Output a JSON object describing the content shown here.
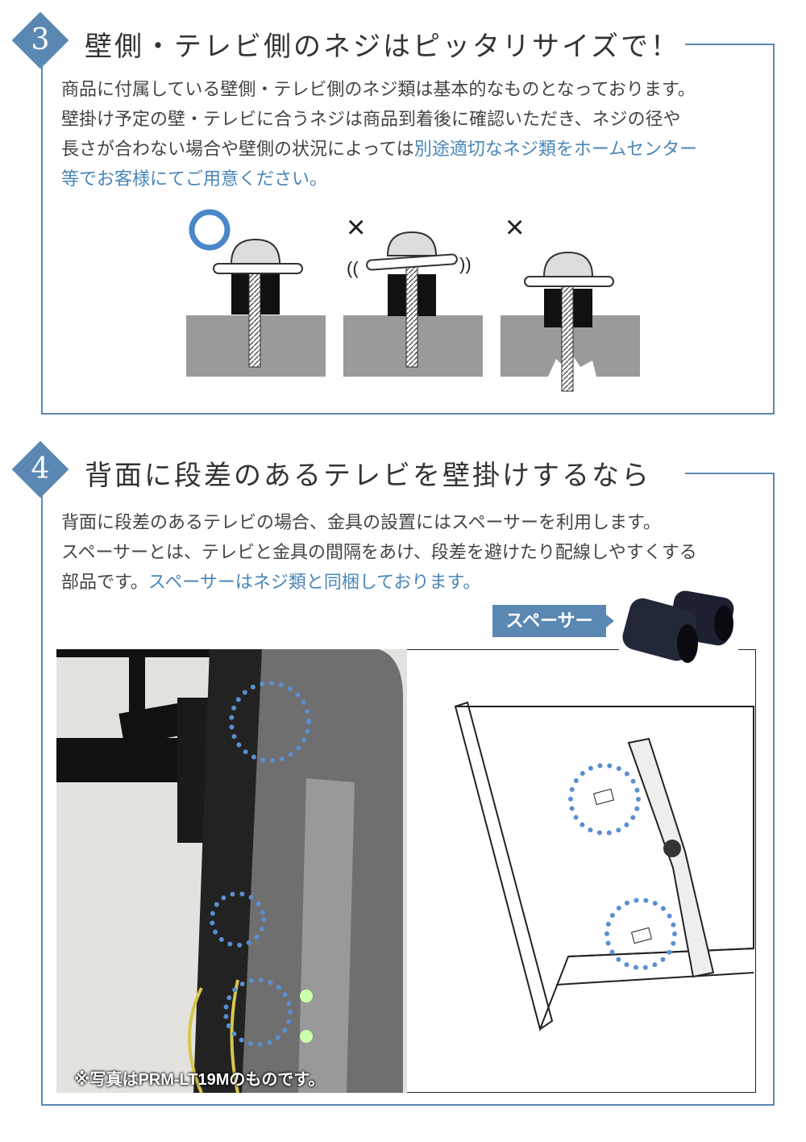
{
  "colors": {
    "accent": "#5a88b3",
    "text": "#444444",
    "highlight": "#4a86b8"
  },
  "section3": {
    "number": "3",
    "title": "壁側・テレビ側のネジはピッタリサイズで！",
    "lines": [
      "商品に付属している壁側・テレビ側のネジ類は基本的なものとなっております。",
      "壁掛け予定の壁・テレビに合うネジは商品到着後に確認いただき、ネジの径や",
      "長さが合わない場合や壁側の状況によっては"
    ],
    "highlight_a": "別途適切なネジ類をホームセンター",
    "highlight_b": "等でお客様にてご用意ください。",
    "marks": [
      "○",
      "×",
      "×"
    ]
  },
  "section4": {
    "number": "4",
    "title": "背面に段差のあるテレビを壁掛けするなら",
    "lines": [
      "背面に段差のあるテレビの場合、金具の設置にはスペーサーを利用します。",
      "スペーサーとは、テレビと金具の間隔をあけ、段差を避けたり配線しやすくする",
      "部品です。"
    ],
    "highlight": "スペーサーはネジ類と同梱しております。",
    "spacer_label": "スペーサー",
    "photo_caption": "※写真はPRM-LT19Mのものです。"
  }
}
